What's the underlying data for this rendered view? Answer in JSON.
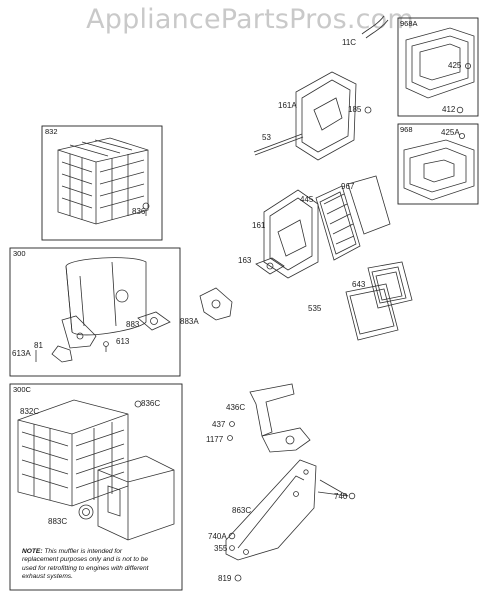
{
  "watermark": "AppliancePartsPros.com",
  "boxes": {
    "b832": "832",
    "b968a": "968A",
    "b968": "968",
    "b300": "300",
    "b300c": "300C"
  },
  "labels": {
    "p11c": "11C",
    "p425": "425",
    "p161a": "161A",
    "p185": "185",
    "p412": "412",
    "p53": "53",
    "p425a": "425A",
    "p967": "967",
    "p445": "445",
    "p161": "161",
    "p836": "836",
    "p163": "163",
    "p643": "643",
    "p535": "535",
    "p883": "883",
    "p883a": "883A",
    "p613a": "613A",
    "p81": "81",
    "p613": "613",
    "p836c": "836C",
    "p832c": "832C",
    "p436c": "436C",
    "p437": "437",
    "p1177": "1177",
    "p740": "740",
    "p883c": "883C",
    "p863c": "863C",
    "p740a": "740A",
    "p355": "355",
    "p819": "819"
  },
  "note": {
    "prefix": "NOTE:",
    "text": "This muffler is intended for replacement purposes only and is not to be used for retrofitting to engines with different exhaust systems."
  }
}
